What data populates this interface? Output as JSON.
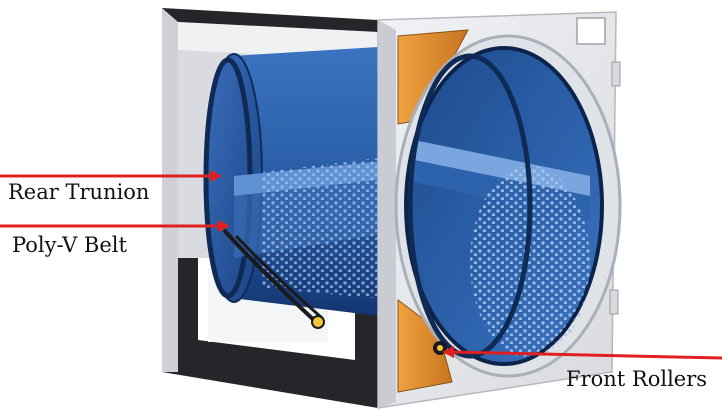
{
  "labels": {
    "rear_trunion": "Rear Trunion",
    "poly_v_belt": "Poly-V Belt",
    "front_rollers": "Front Rollers"
  },
  "colors": {
    "drum_blue": "#2a5fa8",
    "drum_dark": "#163c78",
    "drum_light": "#5f92d4",
    "cabinet_panel": "#e9eaee",
    "cabinet_shadow": "#2d2d30",
    "orange_panel": "#e8902f",
    "leader_line": "#e02020"
  },
  "icons": {
    "roller": "yellow-roller-icon"
  }
}
